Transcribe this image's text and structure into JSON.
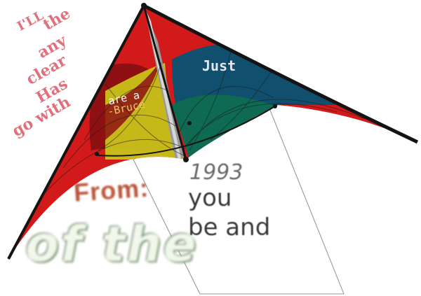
{
  "texts": {
    "ill": "I'LL",
    "the_small": "the",
    "any": "any",
    "clear": "clear",
    "has": "Has",
    "go_with": "go  with",
    "are_a": "are a",
    "bruce": "-Bruce",
    "just": "Just",
    "from": "From:",
    "of_the": "of  the",
    "year": "1993",
    "you": "you",
    "be_and": "be  and"
  },
  "colors": {
    "kite_red": "#d21a1a",
    "kite_dark_red": "#8e1012",
    "kite_yellow": "#c9c21a",
    "kite_green": "#0f6a52",
    "kite_blue": "#10506e",
    "kite_frame": "#141414",
    "pink_text": "#e0707a",
    "from_text": "#b8553a"
  }
}
